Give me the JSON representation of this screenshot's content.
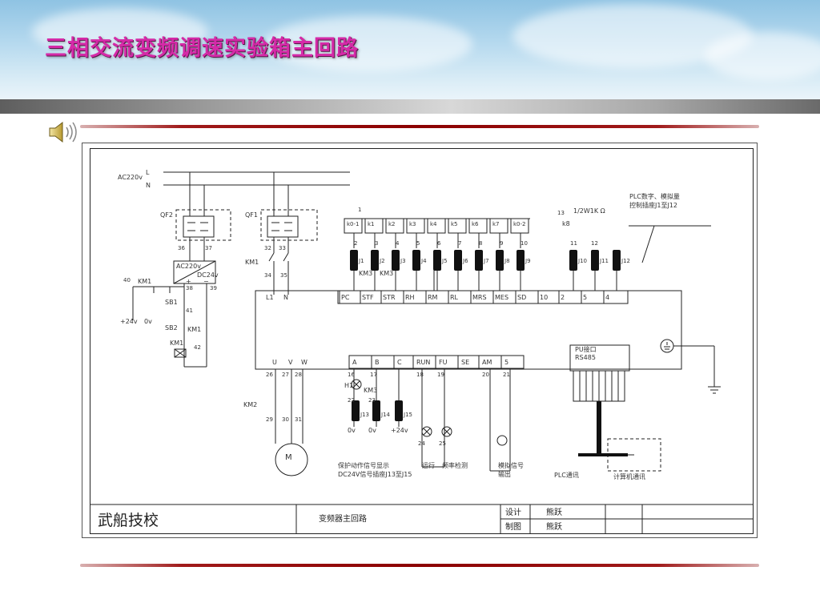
{
  "slide": {
    "title": "三相交流变频调速实验箱主回路",
    "speaker_icon": "speaker-icon"
  },
  "diagram": {
    "supply": {
      "voltage": "AC220v",
      "line_l": "L",
      "line_n": "N"
    },
    "breakers": {
      "qf2": "QF2",
      "qf1": "QF1"
    },
    "power_module": {
      "input": "AC220v",
      "output": "DC24v",
      "plus": "+",
      "minus": "−"
    },
    "node_numbers": [
      "36",
      "37",
      "32",
      "33",
      "34",
      "35",
      "38",
      "39",
      "40",
      "41",
      "42",
      "26",
      "27",
      "28",
      "29",
      "30",
      "31",
      "16",
      "17",
      "18",
      "19",
      "20",
      "21",
      "22",
      "23",
      "24",
      "25",
      "1",
      "2",
      "3",
      "4",
      "5",
      "6",
      "7",
      "8",
      "9",
      "10",
      "11",
      "12",
      "13"
    ],
    "control_labels": {
      "km1_a": "KM1",
      "km1_b": "KM1",
      "km1_c": "KM1",
      "km1_d": "KM1",
      "km2": "KM2",
      "sb1": "SB1",
      "sb2": "SB2",
      "plus24v": "+24v",
      "zero_v": "0v",
      "km3_a": "KM3",
      "km3_b": "KM3"
    },
    "switch_labels": [
      "k0-1",
      "k1",
      "k2",
      "k3",
      "k4",
      "k5",
      "k6",
      "k7",
      "k0-2"
    ],
    "pot": {
      "label": "1/2W1K Ω",
      "switch": "k8"
    },
    "jacks": [
      "J1",
      "J2",
      "J3",
      "J4",
      "J5",
      "J6",
      "J7",
      "J8",
      "J9",
      "J10",
      "J11",
      "J12"
    ],
    "plc_note": [
      "PLC数字、模拟量",
      "控制插座J1至J12"
    ],
    "inverter_terminals_top": [
      "L1",
      "N",
      "PC",
      "STF",
      "STR",
      "RH",
      "RM",
      "RL",
      "MRS",
      "MES",
      "SD",
      "10",
      "2",
      "5",
      "4"
    ],
    "inverter_terminals_bottom": [
      "U",
      "V",
      "W",
      "A",
      "B",
      "C",
      "RUN",
      "FU",
      "SE",
      "AM",
      "5"
    ],
    "motor": "M",
    "lamps": {
      "h1": "H1",
      "km3": "KM3"
    },
    "low_jacks": [
      "J13",
      "J14",
      "J15"
    ],
    "low_volts": [
      "0v",
      "0v",
      "+24v"
    ],
    "pu_port": [
      "PU接口",
      "RS485"
    ],
    "captions": {
      "protect": [
        "保护动作信号显示",
        "DC24V信号插座J13至J15"
      ],
      "run": "运行",
      "freq": "频率检测",
      "analog": [
        "模拟信号",
        "输出"
      ],
      "plc_comm": "PLC通讯",
      "pc_comm": "计算机通讯"
    },
    "title_block": {
      "school": "武船技校",
      "drawing": "变频器主回路",
      "design_label": "设计",
      "design_name": "熊跃",
      "draw_label": "制图",
      "draw_name": "熊跃"
    }
  }
}
